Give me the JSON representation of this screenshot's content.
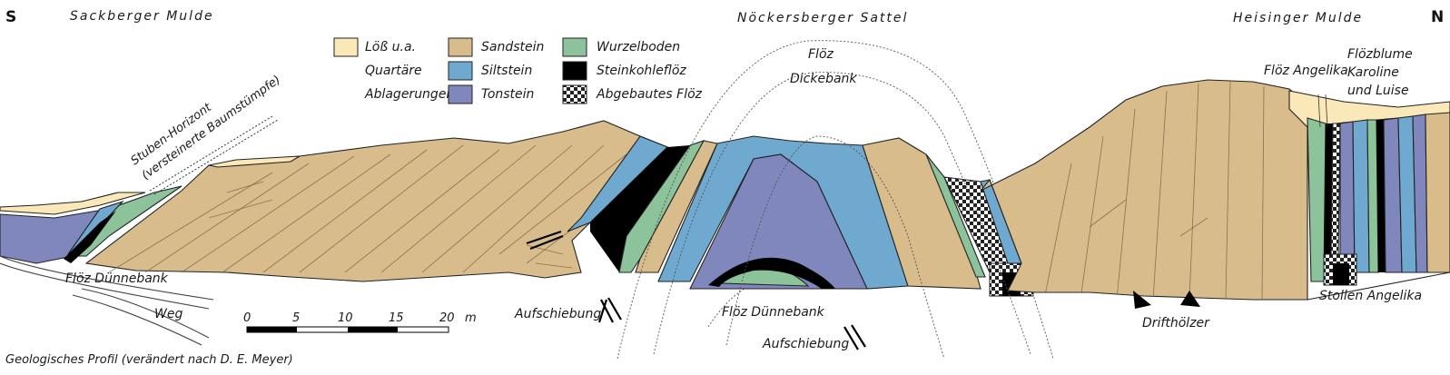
{
  "compass": {
    "south": "S",
    "north": "N"
  },
  "regions": {
    "left": "Sackberger Mulde",
    "center": "Nöckersberger Sattel",
    "right": "Heisinger Mulde"
  },
  "legend": [
    {
      "key": "loess",
      "label_lines": [
        "Löß u.a.",
        "Quartäre",
        "Ablagerungen"
      ],
      "color": "#fbe8b8"
    },
    {
      "key": "sandstone",
      "label_lines": [
        "Sandstein"
      ],
      "color": "#d9bc8c"
    },
    {
      "key": "siltstone",
      "label_lines": [
        "Siltstein"
      ],
      "color": "#6fa9cf"
    },
    {
      "key": "claystone",
      "label_lines": [
        "Tonstein"
      ],
      "color": "#8087bd"
    },
    {
      "key": "rootbed",
      "label_lines": [
        "Wurzelboden"
      ],
      "color": "#8cc39a"
    },
    {
      "key": "coal",
      "label_lines": [
        "Steinkohleflöz"
      ],
      "color": "#000000"
    },
    {
      "key": "mined",
      "label_lines": [
        "Abgebautes Flöz"
      ],
      "color": "checker"
    }
  ],
  "labels": {
    "stump_horizon": [
      "Stuben-Horizont",
      "(versteinerte Baumstümpfe)"
    ],
    "seam_duennebank_left": "Flöz Dünnebank",
    "road": "Weg",
    "seam_dickebank": [
      "Flöz",
      "Dickebank"
    ],
    "thrust_left": "Aufschiebung",
    "seam_duennebank_center": "Flöz Dünnebank",
    "thrust_center": "Aufschiebung",
    "seam_angelika": "Flöz Angelika",
    "seam_flower": [
      "Flözblume",
      "Karoline",
      "und Luise"
    ],
    "drift_wood": "Drifthölzer",
    "gallery": "Stollen Angelika",
    "caption": "Geologisches Profil (verändert nach D. E. Meyer)"
  },
  "scale_bar": {
    "ticks": [
      "0",
      "5",
      "10",
      "15",
      "20"
    ],
    "unit": "m"
  }
}
